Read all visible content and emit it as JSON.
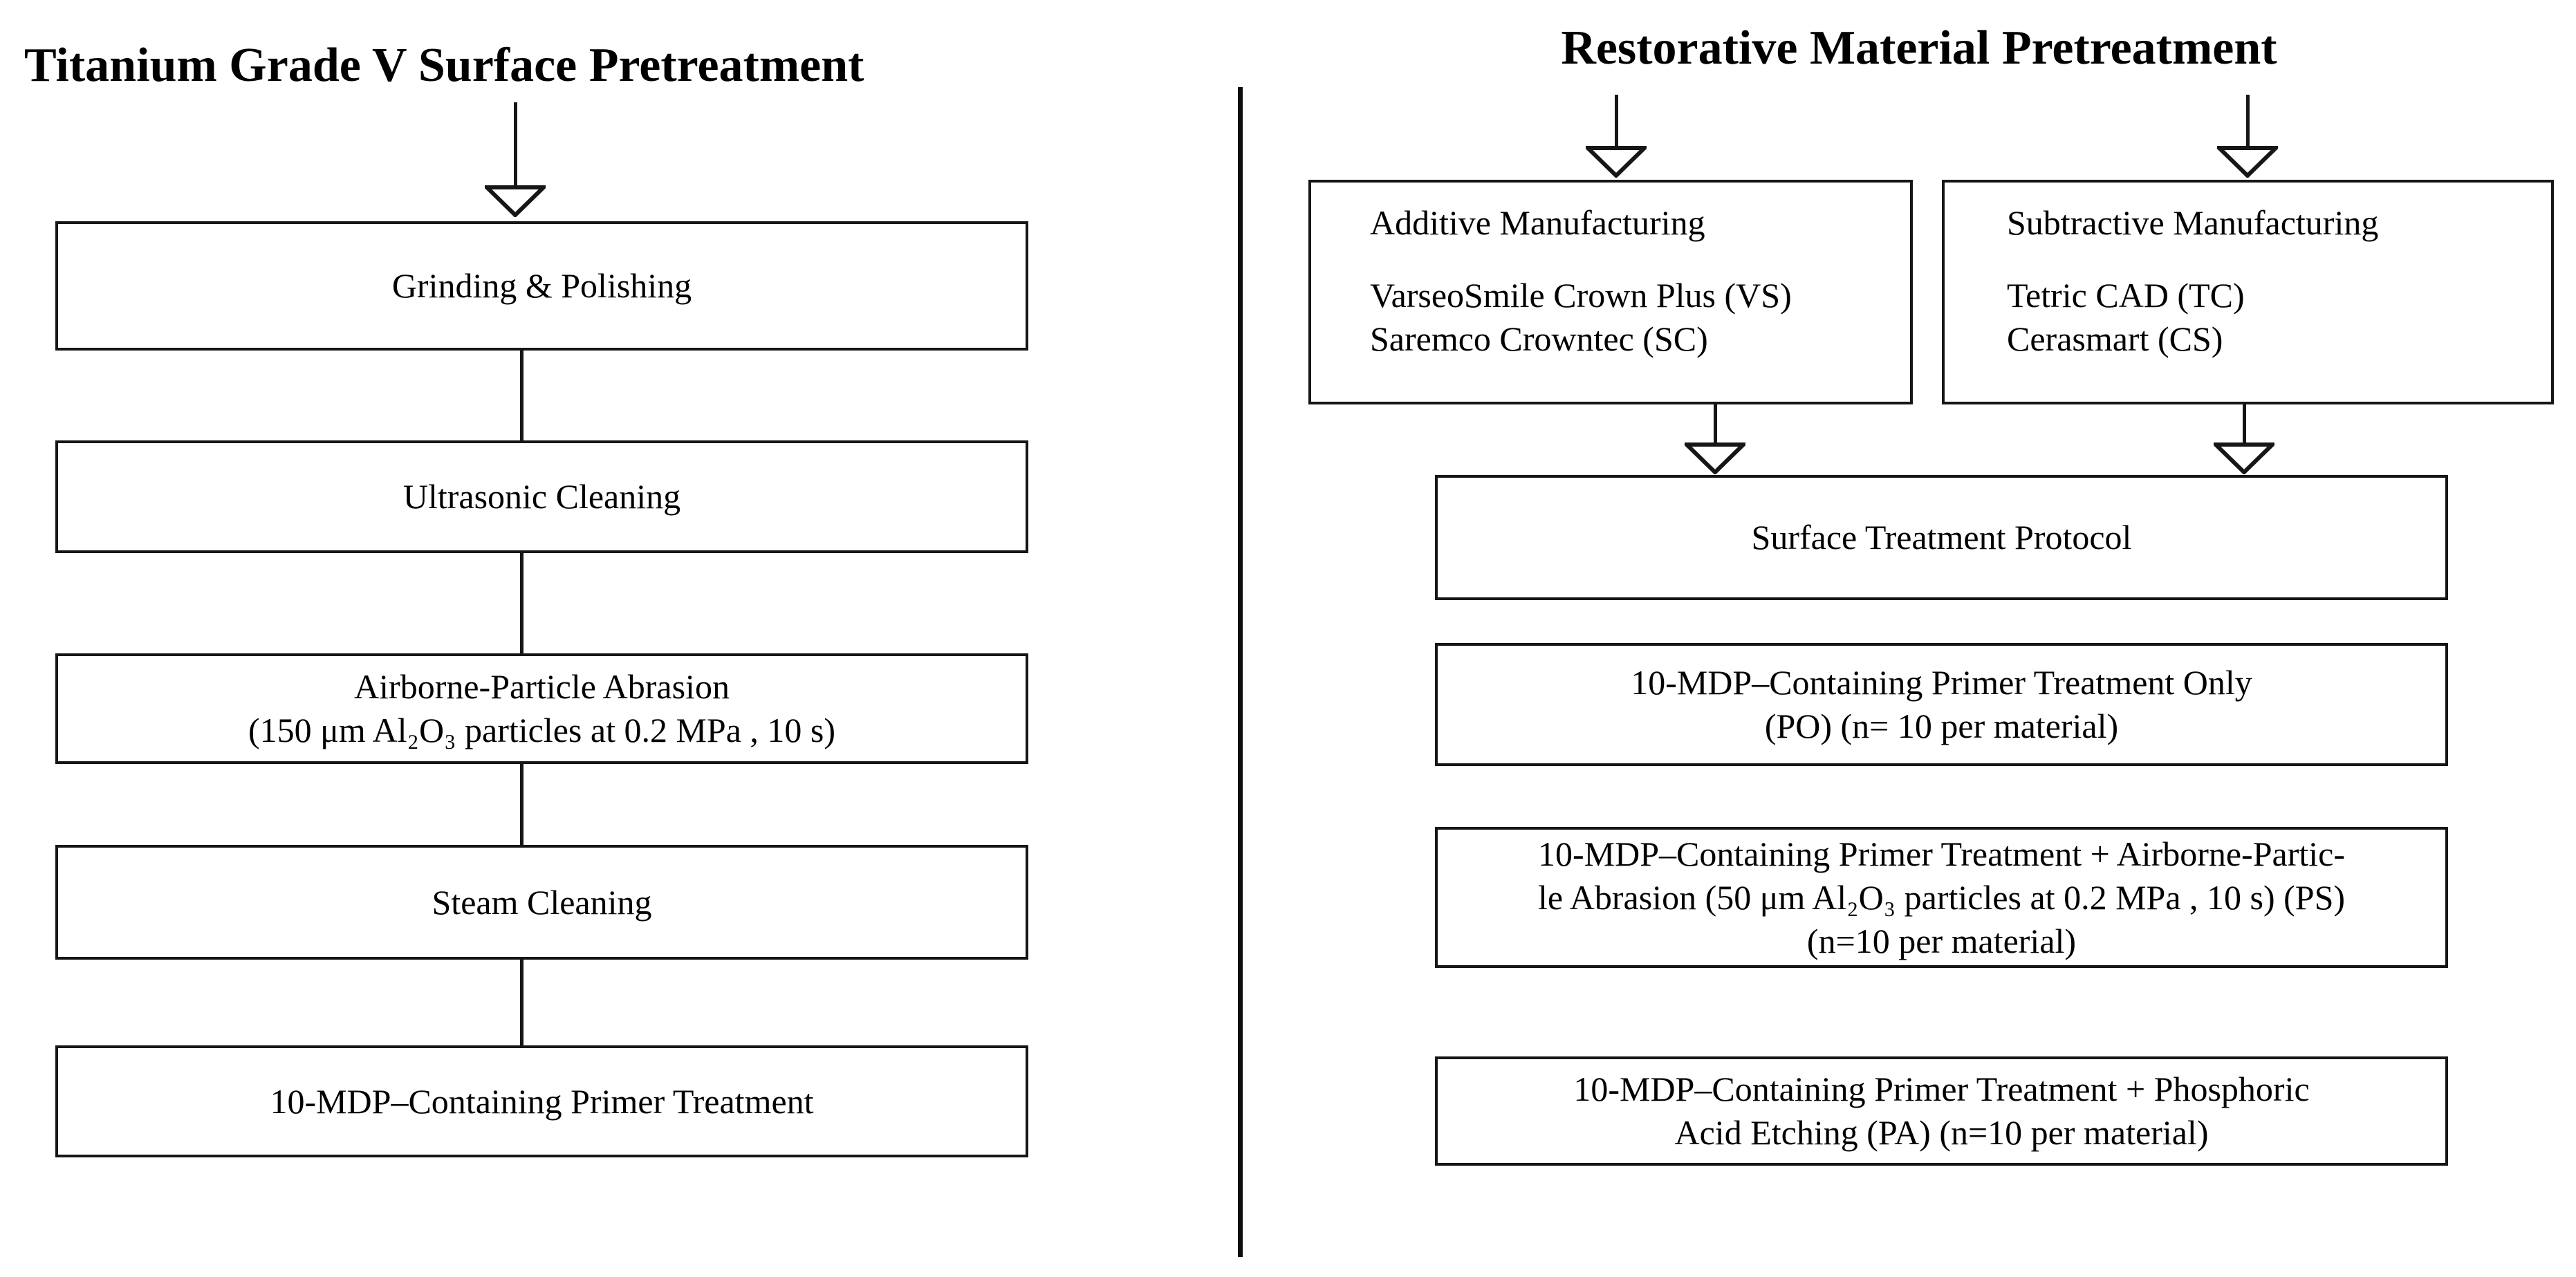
{
  "left_panel": {
    "title": "Titanium Grade V Surface Pretreatment",
    "boxes": [
      {
        "lines": [
          "Grinding & Polishing"
        ]
      },
      {
        "lines": [
          "Ultrasonic Cleaning"
        ]
      },
      {
        "lines": [
          "Airborne-Particle Abrasion",
          "(150 μm Al₂O₃ particles  at 0.2 MPa ,  10 s)"
        ]
      },
      {
        "lines": [
          "Steam Cleaning"
        ]
      },
      {
        "lines": [
          "10-MDP–Containing Primer Treatment"
        ]
      }
    ]
  },
  "right_panel": {
    "title": "Restorative Material Pretreatment",
    "manufacturing": [
      {
        "heading": "Additive Manufacturing",
        "materials": [
          "VarseoSmile Crown Plus (VS)",
          "Saremco Crowntec (SC)"
        ]
      },
      {
        "heading": "Subtractive Manufacturing",
        "materials": [
          "Tetric CAD (TC)",
          "Cerasmart (CS)"
        ]
      }
    ],
    "protocol_box": {
      "lines": [
        "Surface Treatment Protocol"
      ]
    },
    "treatments": [
      {
        "lines": [
          "10-MDP–Containing Primer Treatment Only",
          "(PO) (n= 10 per material)"
        ]
      },
      {
        "lines": [
          "10-MDP–Containing Primer Treatment + Airborne-Partic-",
          "le Abrasion  (50 μm Al₂O₃ particles  at 0.2 MPa , 10 s) (PS)",
          "(n=10 per material)"
        ]
      },
      {
        "lines": [
          "10-MDP–Containing Primer Treatment + Phosphoric",
          "Acid Etching (PA) (n=10 per material)"
        ]
      }
    ]
  },
  "colors": {
    "background": "#ffffff",
    "line": "#161616",
    "text": "#000000"
  }
}
